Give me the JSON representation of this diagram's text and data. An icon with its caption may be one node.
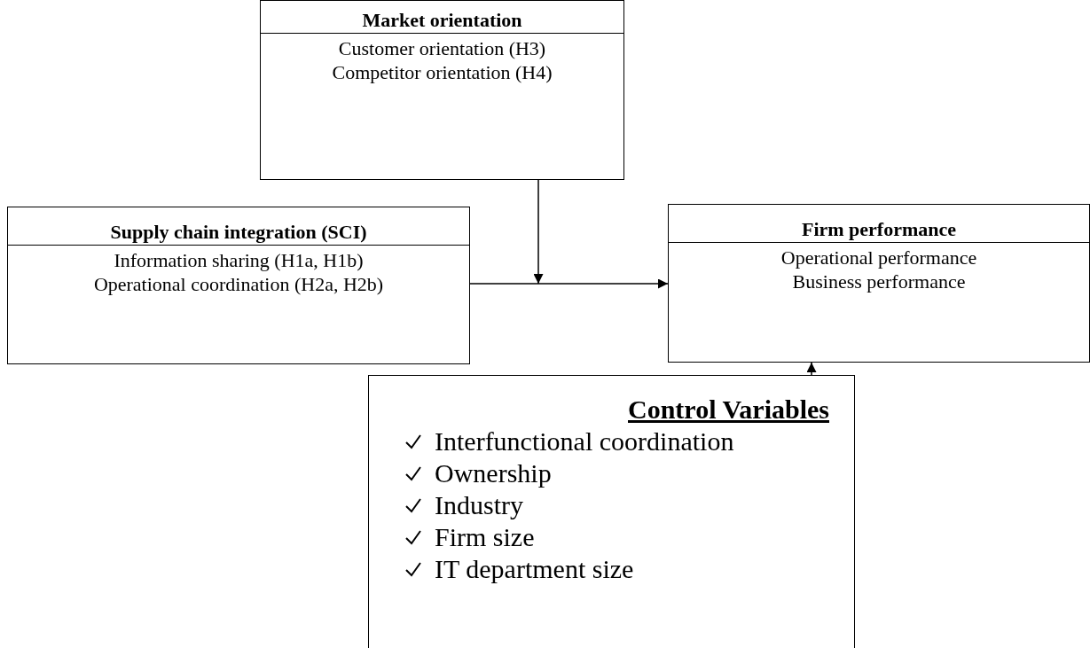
{
  "diagram": {
    "nodes": [
      {
        "text": [
          "Market orientation",
          "Customer orientation (H3)",
          "Competitor orientation (H4)"
        ]
      },
      {
        "text": [
          "Supply chain integration (SCI)",
          "Information sharing (H1a, H1b)",
          "Operational coordination (H2a, H2b)"
        ]
      },
      {
        "text": [
          "Firm performance",
          "Operational performance",
          "Business performance"
        ]
      },
      {
        "text": [
          "Control Variables",
          "Interfunctional coordination",
          "Ownership",
          "Industry",
          "Firm size",
          "IT department size"
        ]
      }
    ],
    "edges": [
      {
        "from": 1,
        "to": 2,
        "arrow": "to"
      },
      {
        "from": 0,
        "to": null,
        "arrow": "to"
      },
      {
        "from": 3,
        "to": 2,
        "arrow": "to"
      }
    ]
  }
}
